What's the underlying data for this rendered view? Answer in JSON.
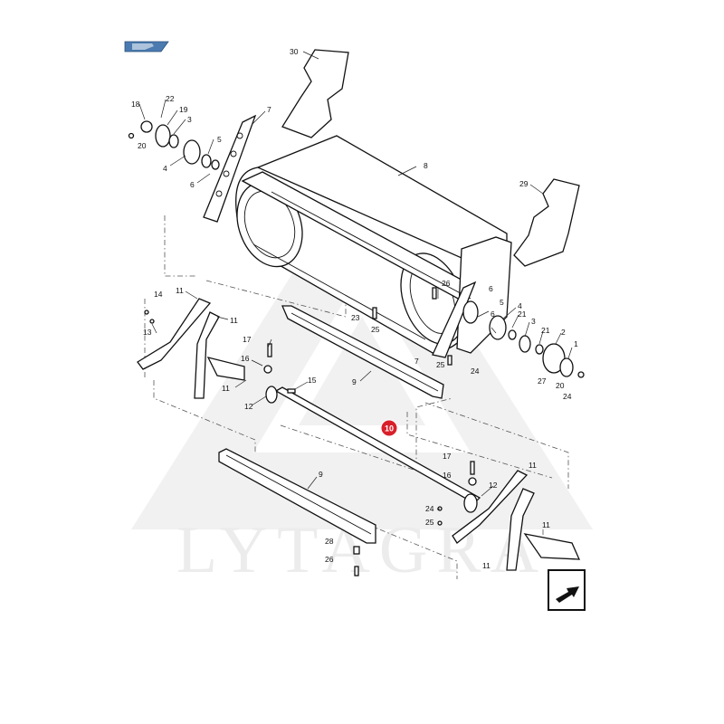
{
  "watermark": {
    "text": "LYTAGRA"
  },
  "nav": {
    "back_icon": "back-arrow-icon",
    "next_icon": "next-arrow-icon"
  },
  "highlight": {
    "label": "10",
    "color": "#d9202a"
  },
  "callouts": [
    {
      "id": "c30",
      "label": "30"
    },
    {
      "id": "c7a",
      "label": "7"
    },
    {
      "id": "c18",
      "label": "18"
    },
    {
      "id": "c22",
      "label": "22"
    },
    {
      "id": "c19",
      "label": "19"
    },
    {
      "id": "c3a",
      "label": "3"
    },
    {
      "id": "c20a",
      "label": "20"
    },
    {
      "id": "c5a",
      "label": "5"
    },
    {
      "id": "c4a",
      "label": "4"
    },
    {
      "id": "c6a",
      "label": "6"
    },
    {
      "id": "c8",
      "label": "8"
    },
    {
      "id": "c29",
      "label": "29"
    },
    {
      "id": "c26a",
      "label": "26"
    },
    {
      "id": "c6b",
      "label": "6"
    },
    {
      "id": "c5b",
      "label": "5"
    },
    {
      "id": "c4b",
      "label": "4"
    },
    {
      "id": "c21a",
      "label": "21"
    },
    {
      "id": "c6c",
      "label": "6"
    },
    {
      "id": "c3b",
      "label": "3"
    },
    {
      "id": "c21b",
      "label": "21"
    },
    {
      "id": "c2",
      "label": "2"
    },
    {
      "id": "c1",
      "label": "1"
    },
    {
      "id": "c14",
      "label": "14"
    },
    {
      "id": "c11a",
      "label": "11"
    },
    {
      "id": "c11b",
      "label": "11"
    },
    {
      "id": "c13",
      "label": "13"
    },
    {
      "id": "c23",
      "label": "23"
    },
    {
      "id": "c25a",
      "label": "25"
    },
    {
      "id": "c17a",
      "label": "17"
    },
    {
      "id": "c16a",
      "label": "16"
    },
    {
      "id": "c7b",
      "label": "7"
    },
    {
      "id": "c25b",
      "label": "25"
    },
    {
      "id": "c24a",
      "label": "24"
    },
    {
      "id": "c27",
      "label": "27"
    },
    {
      "id": "c20b",
      "label": "20"
    },
    {
      "id": "c24b",
      "label": "24"
    },
    {
      "id": "c11c",
      "label": "11"
    },
    {
      "id": "c15",
      "label": "15"
    },
    {
      "id": "c9a",
      "label": "9"
    },
    {
      "id": "c12a",
      "label": "12"
    },
    {
      "id": "c17b",
      "label": "17"
    },
    {
      "id": "c16b",
      "label": "16"
    },
    {
      "id": "c11d",
      "label": "11"
    },
    {
      "id": "c12b",
      "label": "12"
    },
    {
      "id": "c9b",
      "label": "9"
    },
    {
      "id": "c24c",
      "label": "24"
    },
    {
      "id": "c25c",
      "label": "25"
    },
    {
      "id": "c11e",
      "label": "11"
    },
    {
      "id": "c28",
      "label": "28"
    },
    {
      "id": "c26b",
      "label": "26"
    },
    {
      "id": "c11f",
      "label": "11"
    }
  ]
}
